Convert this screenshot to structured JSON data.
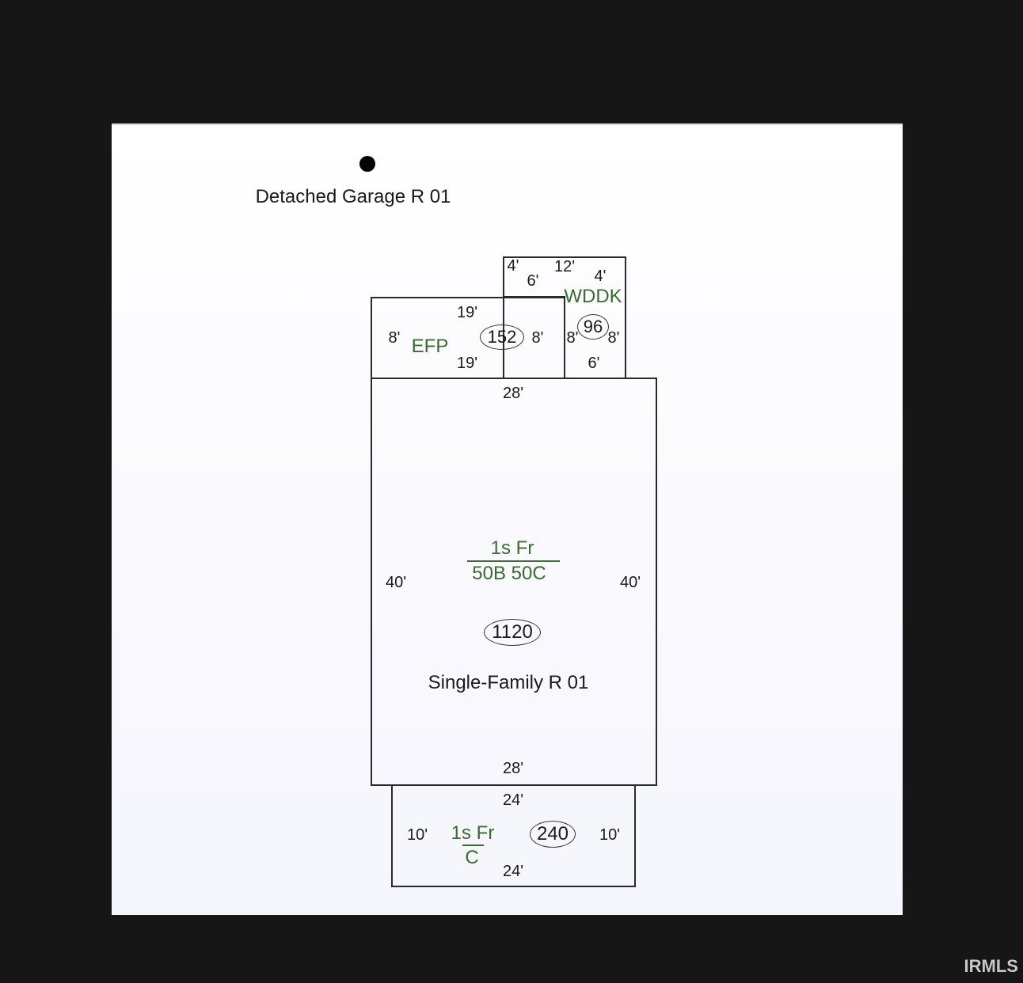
{
  "garage": {
    "label": "Detached Garage R 01"
  },
  "wddk": {
    "code": "WDDK",
    "area": "96",
    "top_left": "4'",
    "top_inner": "6'",
    "top": "12'",
    "top_right": "4'",
    "left": "8'",
    "right": "8'",
    "bottom": "6'"
  },
  "efp": {
    "code": "EFP",
    "area": "152",
    "top": "19'",
    "bottom": "19'",
    "left": "8'",
    "right": "8'"
  },
  "main": {
    "code_top": "1s Fr",
    "code_bottom": "50B 50C",
    "area": "1120",
    "label": "Single-Family R 01",
    "top": "28'",
    "bottom": "28'",
    "left": "40'",
    "right": "40'"
  },
  "rear": {
    "code_top": "1s Fr",
    "code_bottom": "C",
    "area": "240",
    "top": "24'",
    "bottom": "24'",
    "left": "10'",
    "right": "10'"
  },
  "watermark": "IRMLS"
}
